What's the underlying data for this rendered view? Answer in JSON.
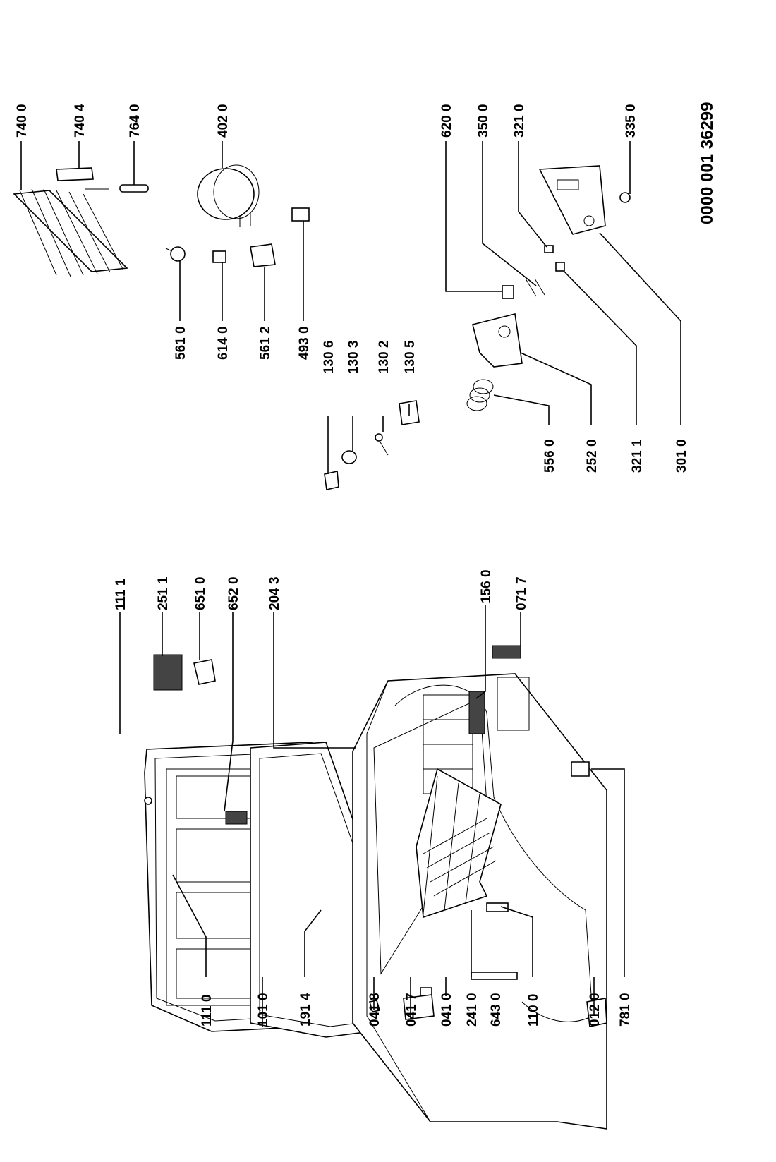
{
  "document_number": "0000 001 36299",
  "labels": {
    "p111_1": "111 1",
    "p251_1": "251 1",
    "p651_0": "651 0",
    "p652_0": "652 0",
    "p204_3": "204 3",
    "p156_0": "156 0",
    "p071_7": "071 7",
    "p111_0": "111 0",
    "p101_0": "101 0",
    "p191_4": "191 4",
    "p041_8": "041 8",
    "p041_7": "041 7",
    "p041_0": "041 0",
    "p241_0": "241 0",
    "p643_0": "643 0",
    "p110_0": "110 0",
    "p012_0": "012 0",
    "p781_0": "781 0",
    "p740_0": "740 0",
    "p740_4": "740 4",
    "p764_0": "764 0",
    "p402_0": "402 0",
    "p620_0": "620 0",
    "p350_0": "350 0",
    "p321_0": "321 0",
    "p335_0": "335 0",
    "p561_0": "561 0",
    "p614_0": "614 0",
    "p561_2": "561 2",
    "p493_0": "493 0",
    "p130_6": "130 6",
    "p130_3": "130 3",
    "p130_2": "130 2",
    "p130_5": "130 5",
    "p556_0": "556 0",
    "p252_0": "252 0",
    "p321_1": "321 1",
    "p301_0": "301 0"
  }
}
